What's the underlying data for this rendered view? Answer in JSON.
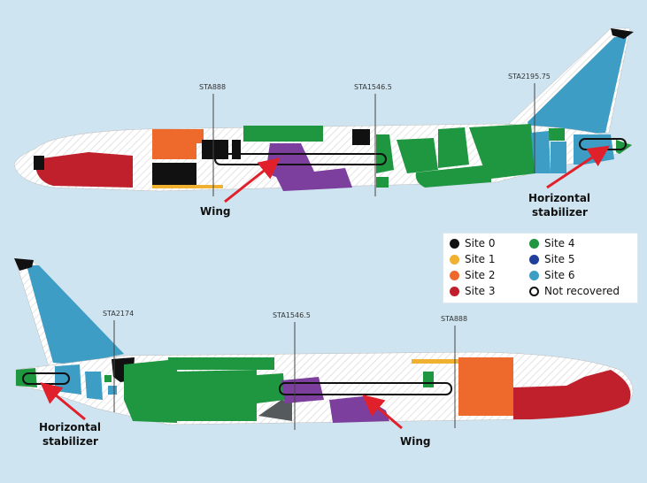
{
  "colors": {
    "background": "#cfe4f1",
    "site0": "#111111",
    "site1": "#f0b030",
    "site2": "#ee6a2c",
    "site3": "#c0202c",
    "site4": "#1f9640",
    "site5": "#1f3f9a",
    "site6": "#3d9dc4",
    "not_recovered": "#ffffff",
    "wing": "#7d3f9e",
    "arrow": "#e0202a"
  },
  "top_view": {
    "stations": [
      "STA888",
      "STA1546.5",
      "STA2195.75"
    ],
    "wing_label": "Wing",
    "stabilizer_label_line1": "Horizontal",
    "stabilizer_label_line2": "stabilizer"
  },
  "bottom_view": {
    "stations": [
      "STA2174",
      "STA1546.5",
      "STA888"
    ],
    "wing_label": "Wing",
    "stabilizer_label_line1": "Horizontal",
    "stabilizer_label_line2": "stabilizer"
  },
  "legend": {
    "items": [
      {
        "label": "Site 0",
        "color": "#111111",
        "outline": false
      },
      {
        "label": "Site 1",
        "color": "#f0b030",
        "outline": false
      },
      {
        "label": "Site 2",
        "color": "#ee6a2c",
        "outline": false
      },
      {
        "label": "Site 3",
        "color": "#c0202c",
        "outline": false
      },
      {
        "label": "Site 4",
        "color": "#1f9640",
        "outline": false
      },
      {
        "label": "Site 5",
        "color": "#1f3f9a",
        "outline": false
      },
      {
        "label": "Site 6",
        "color": "#3d9dc4",
        "outline": false
      },
      {
        "label": "Not recovered",
        "color": "#ffffff",
        "outline": true
      }
    ]
  }
}
